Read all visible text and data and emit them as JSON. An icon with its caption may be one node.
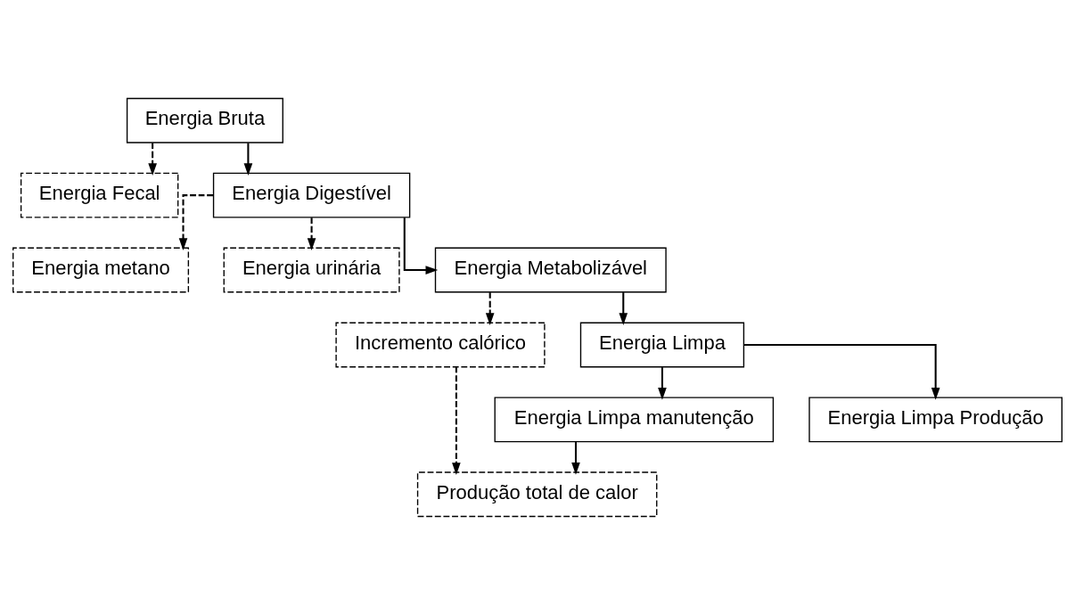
{
  "diagram": {
    "nodes": [
      {
        "text": [
          "Energia Bruta"
        ]
      },
      {
        "text": [
          "Energia Fecal"
        ]
      },
      {
        "text": [
          "Energia Digestível"
        ]
      },
      {
        "text": [
          "Energia metano"
        ]
      },
      {
        "text": [
          "Energia urinária"
        ]
      },
      {
        "text": [
          "Energia Metabolizável"
        ]
      },
      {
        "text": [
          "Incremento calórico"
        ]
      },
      {
        "text": [
          "Energia Limpa"
        ]
      },
      {
        "text": [
          "Energia Limpa manutenção"
        ]
      },
      {
        "text": [
          "Energia Limpa Produção"
        ]
      },
      {
        "text": [
          "Produção total de calor"
        ]
      }
    ],
    "edges": [
      {
        "from": 0,
        "to": 1,
        "arrow": "to",
        "style": "dashed"
      },
      {
        "from": 0,
        "to": 2,
        "arrow": "to"
      },
      {
        "from": 2,
        "to": 3,
        "arrow": "to",
        "style": "dashed"
      },
      {
        "from": 2,
        "to": 4,
        "arrow": "to",
        "style": "dashed"
      },
      {
        "from": 2,
        "to": 5,
        "arrow": "to"
      },
      {
        "from": 5,
        "to": 6,
        "arrow": "to",
        "style": "dashed"
      },
      {
        "from": 5,
        "to": 7,
        "arrow": "to"
      },
      {
        "from": 7,
        "to": 8,
        "arrow": "to"
      },
      {
        "from": 7,
        "to": 9,
        "arrow": "to"
      },
      {
        "from": 6,
        "to": 10,
        "arrow": "to",
        "style": "dashed"
      },
      {
        "from": 8,
        "to": 10,
        "arrow": "to"
      }
    ]
  }
}
